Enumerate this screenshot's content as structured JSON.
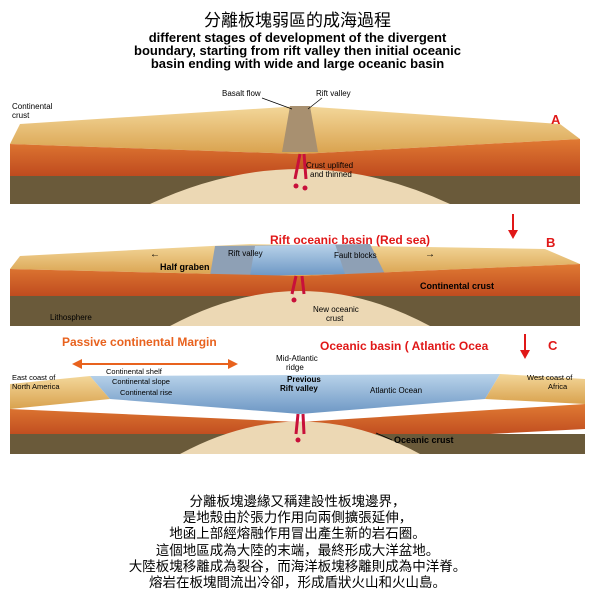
{
  "header": {
    "title_cn": "分離板塊弱區的成海過程",
    "subtitle_lines": [
      "different stages of development of the divergent",
      "boundary, starting from rift valley then initial oceanic",
      "basin ending with wide and large oceanic basin"
    ]
  },
  "panel_a": {
    "letter": "A",
    "continental_crust": [
      "Continental",
      "crust"
    ],
    "basalt_flow": "Basalt flow",
    "rift_valley": "Rift valley",
    "crust_uplifted": [
      "Crust uplifted",
      "and thinned"
    ]
  },
  "panel_b": {
    "letter": "B",
    "heading": "Rift oceanic basin (Red sea)",
    "half_graben": "Half graben",
    "rift_valley": "Rift valley",
    "fault_blocks": "Fault blocks",
    "continental_crust": "Continental crust",
    "lithosphere": "Lithosphere",
    "new_oceanic_crust": [
      "New oceanic",
      "crust"
    ]
  },
  "panel_c": {
    "letter": "C",
    "passive_margin": "Passive continental Margin",
    "heading": "Oceanic basin ( Atlantic Ocea",
    "mid_atlantic_ridge": [
      "Mid-Atlantic",
      "ridge"
    ],
    "previous_rift": [
      "Previous",
      "Rift valley"
    ],
    "east_coast": [
      "East coast of",
      "North America"
    ],
    "continental_shelf": "Continental shelf",
    "continental_slope": "Continental slope",
    "continental_rise": "Continental rise",
    "atlantic_ocean": "Atlantic Ocean",
    "west_coast": [
      "West coast of",
      "Africa"
    ],
    "oceanic_crust": "Oceanic crust"
  },
  "caption_lines": [
    "分離板塊邊緣又稱建設性板塊邊界，",
    "是地殼由於張力作用向兩側擴張延伸，",
    "地函上部經熔融作用冒出產生新的岩石圈。",
    "這個地區成為大陸的末端，最終形成大洋盆地。",
    "大陸板塊移離成為裂谷，而海洋板塊移離則成為中洋脊。",
    "熔岩在板塊間流出冷卻，形成盾狀火山和火山島。"
  ],
  "colors": {
    "sand": "#e9c27a",
    "crust": "#d4561e",
    "lithosphere": "#6a5a3a",
    "asthenosphere": "#ecd8b4",
    "ocean": "#8fb4d6",
    "highlight": "#e01818",
    "magma": "#c8103a"
  }
}
